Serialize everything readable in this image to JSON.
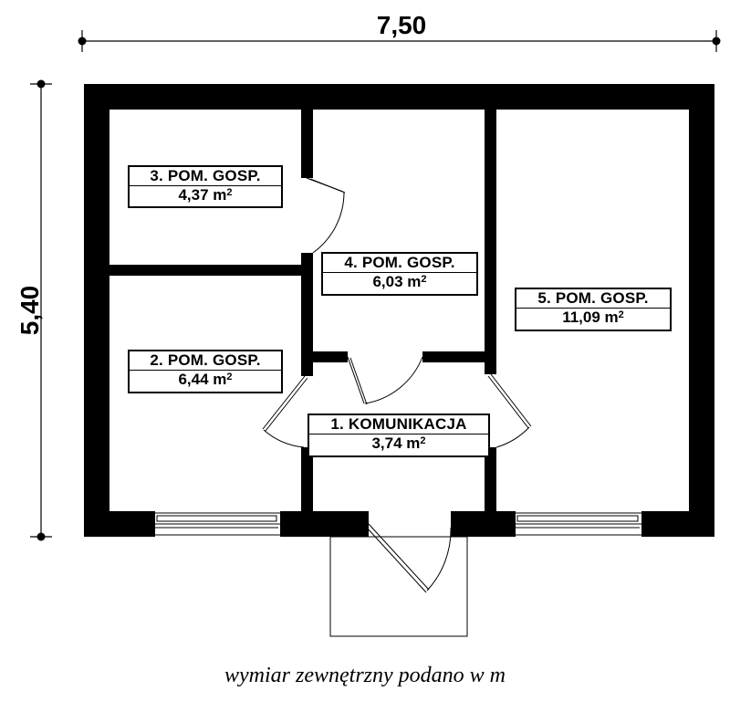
{
  "dimensions": {
    "width_label": "7,50",
    "height_label": "5,40"
  },
  "rooms": [
    {
      "name": "3. POM. GOSP.",
      "area": "4,37",
      "unit": "m",
      "exp": "2"
    },
    {
      "name": "4. POM. GOSP.",
      "area": "6,03",
      "unit": "m",
      "exp": "2"
    },
    {
      "name": "5. POM. GOSP.",
      "area": "11,09",
      "unit": "m",
      "exp": "2"
    },
    {
      "name": "2. POM. GOSP.",
      "area": "6,44",
      "unit": "m",
      "exp": "2"
    },
    {
      "name": "1. KOMUNIKACJA",
      "area": "3,74",
      "unit": "m",
      "exp": "2"
    }
  ],
  "caption": "wymiar zewnętrzny podano w m"
}
